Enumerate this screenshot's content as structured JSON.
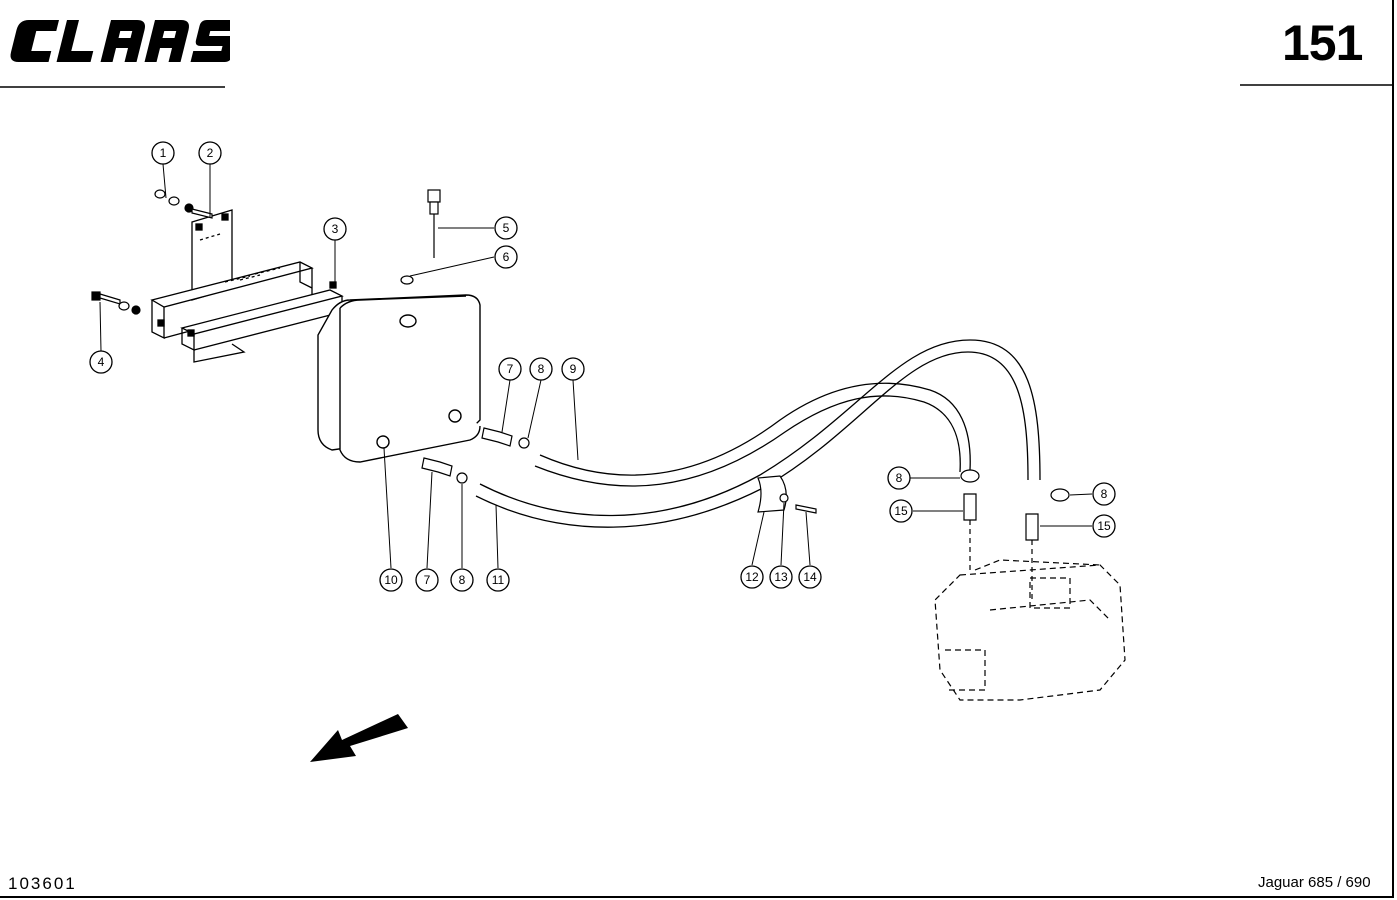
{
  "header": {
    "brand": "CLAAS",
    "page_number": "151"
  },
  "footer": {
    "drawing_code": "103601",
    "model": "Jaguar 685 / 690"
  },
  "diagram": {
    "callouts": [
      {
        "id": "c1",
        "label": "1"
      },
      {
        "id": "c2",
        "label": "2"
      },
      {
        "id": "c3",
        "label": "3"
      },
      {
        "id": "c4",
        "label": "4"
      },
      {
        "id": "c5",
        "label": "5"
      },
      {
        "id": "c6",
        "label": "6"
      },
      {
        "id": "c7a",
        "label": "7"
      },
      {
        "id": "c8a",
        "label": "8"
      },
      {
        "id": "c9",
        "label": "9"
      },
      {
        "id": "c10",
        "label": "10"
      },
      {
        "id": "c7b",
        "label": "7"
      },
      {
        "id": "c8b",
        "label": "8"
      },
      {
        "id": "c11",
        "label": "11"
      },
      {
        "id": "c12",
        "label": "12"
      },
      {
        "id": "c13",
        "label": "13"
      },
      {
        "id": "c14",
        "label": "14"
      },
      {
        "id": "c8c",
        "label": "8"
      },
      {
        "id": "c15a",
        "label": "15"
      },
      {
        "id": "c8d",
        "label": "8"
      },
      {
        "id": "c15b",
        "label": "15"
      }
    ]
  }
}
